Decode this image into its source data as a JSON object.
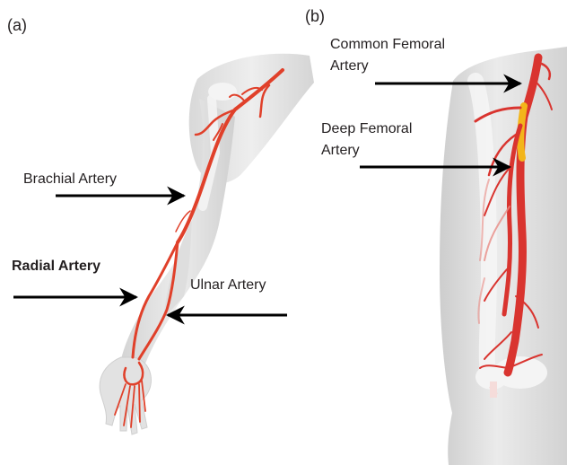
{
  "panel_a": {
    "label": "(a)",
    "labels": {
      "brachial": "Brachial Artery",
      "radial": "Radial Artery",
      "ulnar": "Ulnar Artery"
    }
  },
  "panel_b": {
    "label": "(b)",
    "labels": {
      "common_femoral_line1": "Common Femoral",
      "common_femoral_line2": "Artery",
      "deep_femoral_line1": "Deep Femoral",
      "deep_femoral_line2": "Artery"
    }
  },
  "colors": {
    "artery": "#e0402a",
    "artery_dark": "#b52a1a",
    "femoral": "#d9342f",
    "highlight": "#f3b51a",
    "skin": "#e6e6e6",
    "skin_shade": "#cfcfcf",
    "bone": "#f7f7f7",
    "arrow": "#000000"
  }
}
